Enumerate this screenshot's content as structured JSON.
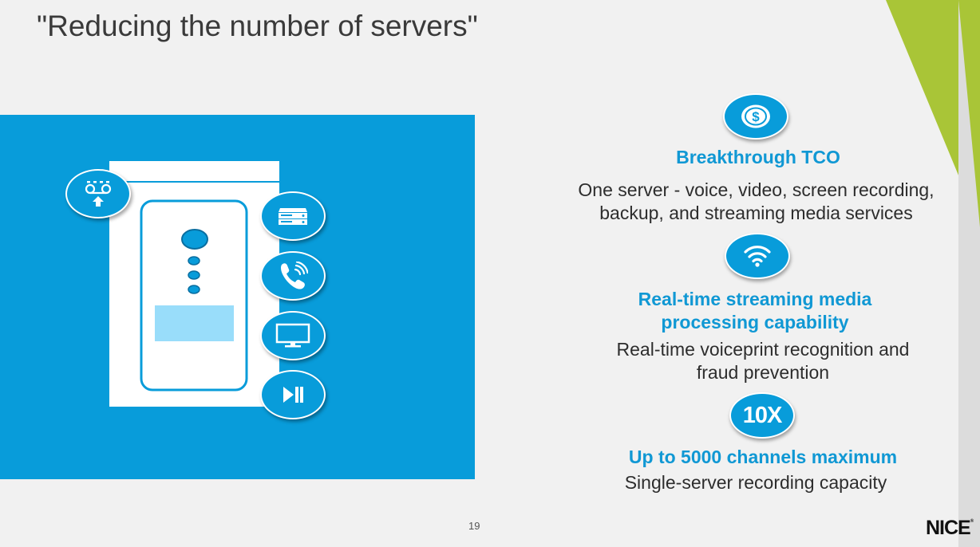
{
  "slide": {
    "title": "\"Reducing the number of servers\"",
    "page_number": "19",
    "logo_text": "NICE",
    "logo_mark": "®"
  },
  "colors": {
    "blue": "#089cda",
    "accent_green": "#a9c537",
    "feature_title": "#1098d4",
    "light_blue_box": "#99ddfa"
  },
  "illustration": {
    "badge_icon": "voicemail-upload-icon",
    "side_icons": [
      "server-icon",
      "phone-call-icon",
      "monitor-icon",
      "play-pause-icon"
    ]
  },
  "features": [
    {
      "icon": "dollar-icon",
      "title_lines": [
        "Breakthrough TCO"
      ],
      "desc_lines": [
        "One server - voice, video, screen recording,",
        "backup, and streaming media services"
      ]
    },
    {
      "icon": "wifi-icon",
      "title_lines": [
        "Real-time streaming media",
        "processing capability"
      ],
      "desc_lines": [
        "Real-time voiceprint recognition and",
        "fraud prevention"
      ]
    },
    {
      "icon": "10x-badge",
      "badge_text": "10X",
      "title_lines": [
        "Up to 5000 channels maximum"
      ],
      "desc_lines": [
        "Single-server recording capacity"
      ]
    }
  ]
}
